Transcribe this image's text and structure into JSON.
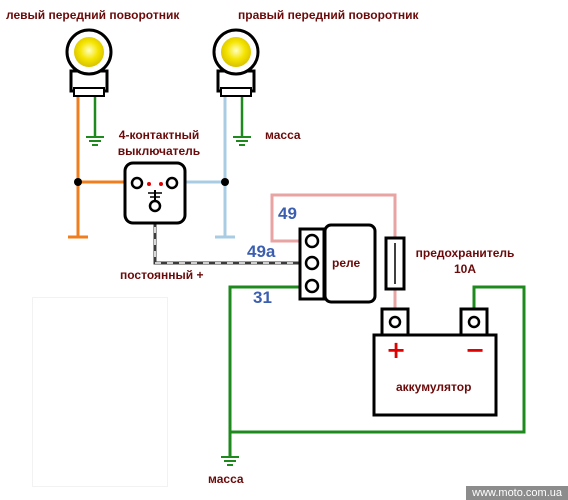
{
  "labels": {
    "left_turn": "левый передний поворотник",
    "right_turn": "правый передний поворотник",
    "ground_right": "масса",
    "switch_line1": "4-контактный",
    "switch_line2": "выключатель",
    "constant_plus": "постоянный +",
    "relay": "реле",
    "fuse_line1": "предохранитель",
    "fuse_line2": "10А",
    "battery": "аккумулятор",
    "ground_bottom": "масса",
    "plus_sign": "+",
    "minus_sign": "−"
  },
  "pins": {
    "p49": "49",
    "p49a": "49а",
    "p31": "31"
  },
  "watermark": "www.moto.com.ua",
  "colors": {
    "orange_wire": "#f07d1e",
    "light_blue_wire": "#a9cce3",
    "pink_wire": "#e8a3a3",
    "green_wire": "#1e8a1e",
    "dashed_wire": "#3a3a3a",
    "lamp_yellow": "#f5e400",
    "label_text": "#6b0a0a",
    "pin_text": "#3b5fb0",
    "plus_red": "#e00000"
  }
}
